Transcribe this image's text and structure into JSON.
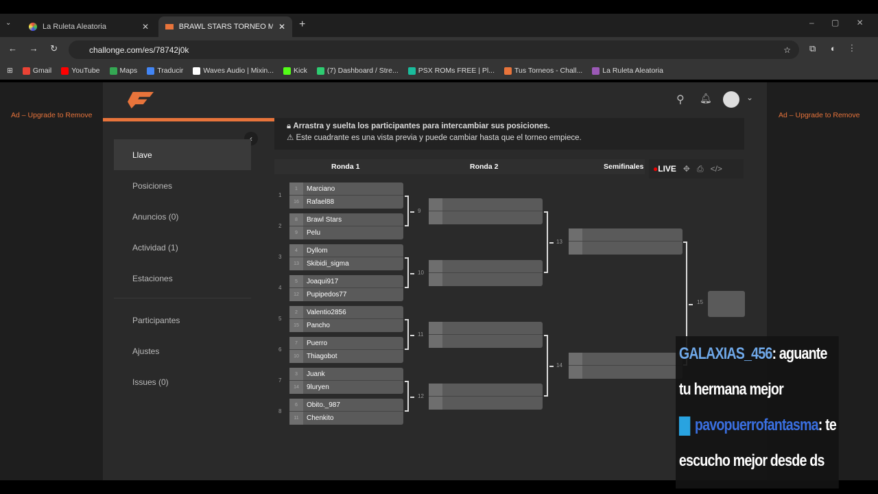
{
  "browser": {
    "tabs": [
      {
        "title": "La Ruleta Aleatoria"
      },
      {
        "title": "BRAWL STARS TORNEO MES DE"
      }
    ],
    "url": "challonge.com/es/78742j0k",
    "bookmarks": [
      {
        "label": "Gmail",
        "color": "#ea4335"
      },
      {
        "label": "YouTube",
        "color": "#ff0000"
      },
      {
        "label": "Maps",
        "color": "#34a853"
      },
      {
        "label": "Traducir",
        "color": "#4285f4"
      },
      {
        "label": "Waves Audio | Mixin...",
        "color": "#ffffff"
      },
      {
        "label": "Kick",
        "color": "#53fc18"
      },
      {
        "label": "(7) Dashboard / Stre...",
        "color": "#2ecc71"
      },
      {
        "label": "PSX ROMs FREE | Pl...",
        "color": "#1abc9c"
      },
      {
        "label": "Tus Torneos - Chall...",
        "color": "#e8743b"
      },
      {
        "label": "La Ruleta Aleatoria",
        "color": "#9b59b6"
      }
    ]
  },
  "ads": {
    "left": "Ad – Upgrade to Remove",
    "right": "Ad – Upgrade to Remove"
  },
  "sidebar": [
    {
      "label": "Llave",
      "active": true
    },
    {
      "label": "Posiciones"
    },
    {
      "label": "Anuncios (0)"
    },
    {
      "label": "Actividad (1)"
    },
    {
      "label": "Estaciones"
    },
    {
      "label": "Participantes"
    },
    {
      "label": "Ajustes"
    },
    {
      "label": "Issues (0)"
    }
  ],
  "notice": {
    "line1": "Arrastra y suelta los participantes para intercambiar sus posiciones.",
    "line2": "Este cuadrante es una vista previa y puede cambiar hasta que el torneo empiece."
  },
  "rounds": [
    "Ronda 1",
    "Ronda 2",
    "Semifinales"
  ],
  "live_label": "LIVE",
  "round1": [
    {
      "n": "1",
      "p": [
        [
          "1",
          "Marciano"
        ],
        [
          "16",
          "Rafael88"
        ]
      ]
    },
    {
      "n": "2",
      "p": [
        [
          "8",
          "Brawl Stars"
        ],
        [
          "9",
          "Pelu"
        ]
      ]
    },
    {
      "n": "3",
      "p": [
        [
          "4",
          "Dyllom"
        ],
        [
          "13",
          "Skibidi_sigma"
        ]
      ]
    },
    {
      "n": "4",
      "p": [
        [
          "5",
          "Joaqui917"
        ],
        [
          "12",
          "Pupipedos77"
        ]
      ]
    },
    {
      "n": "5",
      "p": [
        [
          "2",
          "Valentio2856"
        ],
        [
          "15",
          "Pancho"
        ]
      ]
    },
    {
      "n": "6",
      "p": [
        [
          "7",
          "Puerro"
        ],
        [
          "10",
          "Thiagobot"
        ]
      ]
    },
    {
      "n": "7",
      "p": [
        [
          "3",
          "Juank"
        ],
        [
          "14",
          "9luryen"
        ]
      ]
    },
    {
      "n": "8",
      "p": [
        [
          "6",
          "Obito._987"
        ],
        [
          "11",
          "Chenkito"
        ]
      ]
    }
  ],
  "round2": [
    "9",
    "10",
    "11",
    "12"
  ],
  "semis": [
    "13",
    "14"
  ],
  "final": "15",
  "chat": [
    {
      "user": "GALAXIAS_456",
      "user_color": "#6fa8e8",
      "msg": ": aguante tu hermana mejor"
    },
    {
      "user": "pavopuerrofantasma",
      "user_color": "#3a6fe0",
      "msg": ": te escucho mejor desde ds"
    }
  ]
}
